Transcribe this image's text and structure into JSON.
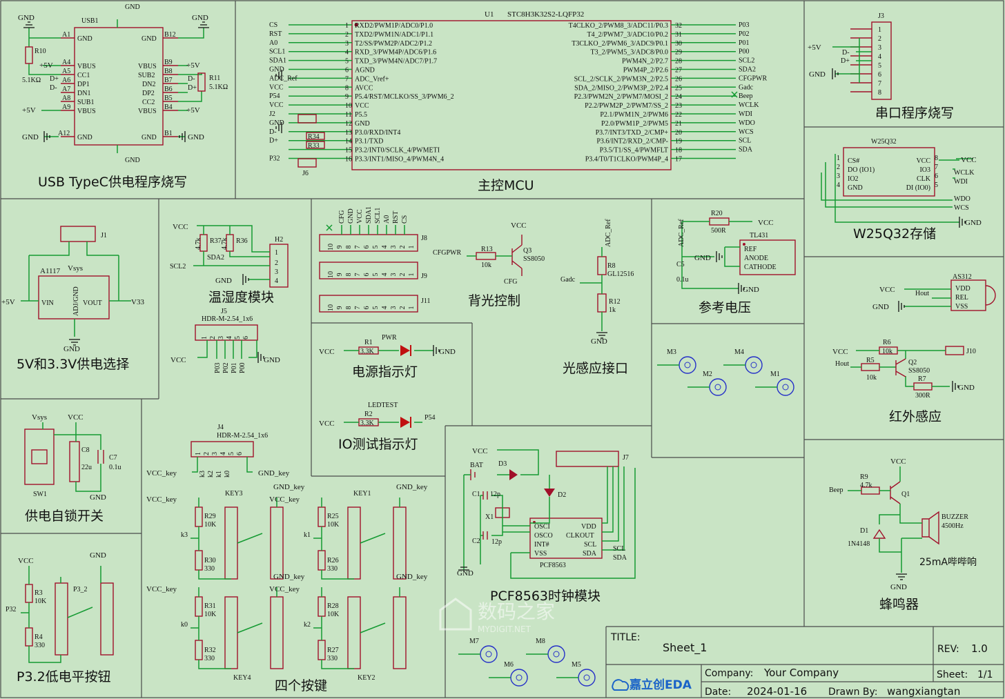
{
  "modules": {
    "usb": "USB TypeC供电程序烧写",
    "mcu": "主控MCU",
    "serial": "串口程序烧写",
    "w25": "W25Q32存储",
    "power_sel": "5V和3.3V供电选择",
    "temp": "温湿度模块",
    "backlight": "背光控制",
    "light": "光感应接口",
    "vref": "参考电压",
    "pwr_led": "电源指示灯",
    "io_led": "IO测试指示灯",
    "ir": "红外感应",
    "self_lock": "供电自锁开关",
    "p32_btn": "P3.2低电平按钮",
    "four_keys": "四个按键",
    "rtc": "PCF8563时钟模块",
    "buzzer": "蜂鸣器"
  },
  "mcu": {
    "ref": "U1",
    "part": "STC8H3K32S2-LQFP32",
    "left_pins": [
      "RXD2/PWM1P/ADC0/P1.0",
      "TXD2/PWM1N/ADC1/P1.1",
      "T2/SS/PWM2P/ADC2/P1.2",
      "RXD_3/PWM4P/ADC6/P1.6",
      "TXD_3/PWM4N/ADC7/P1.7",
      "AGND",
      "ADC_Vref+",
      "AVCC",
      "P5.4/RST/MCLKO/SS_3/PWM6_2",
      "VCC",
      "P5.5",
      "GND",
      "P3.0/RXD/INT4",
      "P3.1/TXD",
      "P3.2/INT0/SCLK_4/PWMETI",
      "P3.3/INT1/MISO_4/PWM4N_4"
    ],
    "right_pins": [
      "T4CLKO_2/PWM8_3/ADC11/P0.3",
      "T4_2/PWM7_3/ADC10/P0.2",
      "T3CLKO_2/PWM6_3/ADC9/P0.1",
      "T3_2/PWM5_3/ADC8/P0.0",
      "PWM4N_2/P2.7",
      "PWM4P_2/P2.6",
      "SCL_2/SCLK_2/PWM3N_2/P2.5",
      "SDA_2/MISO_2/PWM3P_2/P2.4",
      "P2.3/PWM2N_2/PWM7/MOSI_2",
      "P2.2/PWM2P_2/PWM7/SS_2",
      "P2.1/PWM1N_2/PWM6",
      "P2.0/PWM1P_2/PWM5",
      "P3.7/INT3/TXD_2/CMP+",
      "P3.6/INT2/RXD_2/CMP-",
      "P3.5/T1/SS_4/PWMFLT",
      "P3.4/T0/T1CLKO/PWM4P_4"
    ],
    "left_nums": [
      "1",
      "2",
      "3",
      "4",
      "5",
      "6",
      "7",
      "8",
      "9",
      "10",
      "11",
      "12",
      "13",
      "14",
      "15",
      "16"
    ],
    "right_nums": [
      "32",
      "31",
      "30",
      "29",
      "28",
      "27",
      "26",
      "25",
      "24",
      "23",
      "22",
      "21",
      "20",
      "19",
      "18",
      "17"
    ],
    "left_nets": [
      "CS",
      "RST",
      "A0",
      "SCL1",
      "SDA1",
      "GND",
      "ADC_Ref",
      "VCC",
      "P54",
      "VCC",
      "J2",
      "GND",
      "D-",
      "D+",
      "",
      "P32"
    ],
    "right_nets": [
      "P03",
      "P02",
      "P01",
      "P00",
      "SCL2",
      "SDA2",
      "CFGPWR",
      "Gadc",
      "Beep",
      "WCLK",
      "WDI",
      "WDO",
      "WCS",
      "SCL",
      "SDA",
      ""
    ]
  },
  "usb": {
    "ref": "USB1",
    "left_pins": [
      "GND",
      "VBUS",
      "CC1",
      "DP1",
      "DN1",
      "SUB1",
      "VBUS",
      "GND"
    ],
    "left_nums": [
      "A1",
      "A4",
      "A5",
      "A6",
      "A7",
      "A8",
      "A9",
      "A12"
    ],
    "right_pins": [
      "GND",
      "VBUS",
      "SUB2",
      "DN2",
      "DP2",
      "CC2",
      "VBUS",
      "GND"
    ],
    "right_nums": [
      "B12",
      "B9",
      "B8",
      "B7",
      "B6",
      "B5",
      "B4",
      "B1"
    ],
    "r10": "R10",
    "r10v": "5.1KΩ",
    "r11": "R11",
    "r11v": "5.1KΩ",
    "gnd": "GND",
    "p5v": "+5V",
    "dp": "D+",
    "dm": "D-"
  },
  "serial": {
    "ref": "J3",
    "pins": [
      "1",
      "2",
      "3",
      "4",
      "5",
      "6",
      "7",
      "8"
    ],
    "p5v": "+5V",
    "dm": "D-",
    "dp": "D+",
    "gnd": "GND"
  },
  "w25": {
    "ref": "W25Q32",
    "left": [
      "CS#",
      "DO (IO1)",
      "IO2",
      "GND"
    ],
    "right": [
      "VCC",
      "IO3",
      "CLK",
      "DI (IO0)"
    ],
    "nums_r": [
      "8",
      "7",
      "6",
      "5"
    ],
    "nums_l": [
      "1",
      "2",
      "3",
      "4"
    ],
    "nets": [
      "VCC",
      "WCLK",
      "WDI",
      "WDO",
      "WCS",
      "GND"
    ]
  },
  "ldo": {
    "ref": "J1",
    "part": "A1117",
    "vsys": "Vsys",
    "vin": "VIN",
    "vout": "VOUT",
    "adj": "ADJ/GND",
    "p5v": "+5V",
    "v33": "V33",
    "gnd": "GND"
  },
  "temp": {
    "ref": "H2",
    "r37": "R37",
    "r36": "R36",
    "rv": "4.7k",
    "vcc": "VCC",
    "scl": "SCL2",
    "sda": "SDA2",
    "gnd": "GND",
    "pins": [
      "1",
      "2",
      "3",
      "4"
    ]
  },
  "j5": {
    "ref": "J5",
    "part": "HDR-M-2.54_1x6",
    "pins": [
      "1",
      "2",
      "3",
      "4",
      "5",
      "6"
    ],
    "nets": [
      "P03",
      "P02",
      "P01",
      "P00"
    ],
    "vcc": "VCC",
    "gnd": "GND"
  },
  "j8": {
    "ref": "J8",
    "nums": [
      "10",
      "9",
      "8",
      "7",
      "6",
      "5",
      "4",
      "3",
      "2",
      "1"
    ],
    "nets": [
      "CFG",
      "GND",
      "VCC",
      "SDA1",
      "SCL1",
      "A0",
      "RST",
      "CS"
    ]
  },
  "j9": {
    "ref": "J9"
  },
  "j11": {
    "ref": "J11"
  },
  "backlight": {
    "r": "R13",
    "rv": "10k",
    "q": "Q3",
    "qv": "SS8050",
    "vcc": "VCC",
    "in": "CFGPWR",
    "out": "CFG"
  },
  "light": {
    "ref": "ADC_Ref",
    "r8": "R8",
    "r8v": "GL12516",
    "r12": "R12",
    "r12v": "1k",
    "gadc": "Gadc",
    "gnd": "GND"
  },
  "vref": {
    "net": "ADC_Ref",
    "r20": "R20",
    "r20v": "500R",
    "vcc": "VCC",
    "ic": "TL431",
    "pins": [
      "REF",
      "ANODE",
      "CATHODE"
    ],
    "c5": "C5",
    "c5v": "0.1u",
    "gnd": "GND"
  },
  "holes_top": [
    "M3",
    "M4",
    "M2",
    "M1"
  ],
  "pwr_led": {
    "vcc": "VCC",
    "r": "R1",
    "rv": "3.3K",
    "led": "PWR",
    "gnd": "GND"
  },
  "io_led": {
    "vcc": "VCC",
    "r": "R2",
    "rv": "3.3K",
    "led": "LEDTEST",
    "net": "P54"
  },
  "ir": {
    "ref": "AS312",
    "pins": [
      "VDD",
      "REL",
      "VSS"
    ],
    "vcc": "VCC",
    "hout": "Hout",
    "gnd": "GND",
    "r6": "R6",
    "r6v": "10k",
    "r5": "R5",
    "r5v": "10k",
    "r7": "R7",
    "r7v": "300R",
    "q": "Q2",
    "qv": "SS8050",
    "j10": "J10"
  },
  "self_lock": {
    "vsys": "Vsys",
    "vcc": "VCC",
    "sw": "SW1",
    "c8": "C8",
    "c8v": "22u",
    "c7": "C7",
    "c7v": "0.1u",
    "gnd": "GND"
  },
  "p32": {
    "vcc": "VCC",
    "gnd": "GND",
    "r3": "R3",
    "r3v": "10K",
    "r4": "R4",
    "r4v": "330",
    "net": "P32",
    "sw": "P3_2"
  },
  "j4": {
    "ref": "J4",
    "part": "HDR-M-2.54_1x6",
    "nets": [
      "k3",
      "k2",
      "k1",
      "k0"
    ],
    "vcc": "VCC_key",
    "gnd": "GND_key"
  },
  "keys": {
    "vcc": "VCC_key",
    "gnd": "GND_key",
    "key3": "KEY3",
    "key1": "KEY1",
    "key4": "KEY4",
    "key2": "KEY2",
    "r29": "R29",
    "r30": "R30",
    "r25": "R25",
    "r26": "R26",
    "r31": "R31",
    "r32": "R32",
    "r28": "R28",
    "r27": "R27",
    "v10k": "10K",
    "v330": "330",
    "k3": "k3",
    "k1": "k1",
    "k0": "k0",
    "k2": "k2"
  },
  "rtc": {
    "ref": "PCF8563",
    "bat": "BAT",
    "d3": "D3",
    "d2": "D2",
    "c1": "C1",
    "c1v": "12p",
    "c2": "C2",
    "c2v": "12p",
    "x1": "X1",
    "vcc": "VCC",
    "gnd": "GND",
    "j7": "J7",
    "left": [
      "OSCI",
      "OSCO",
      "INT#",
      "VSS"
    ],
    "right": [
      "VDD",
      "CLKOUT",
      "SCL",
      "SDA"
    ],
    "scl": "SCL",
    "sda": "SDA"
  },
  "buzzer": {
    "vcc": "VCC",
    "r9": "R9",
    "r9v": "4.7k",
    "beep": "Beep",
    "q1": "Q1",
    "d1": "D1",
    "d1v": "1N4148",
    "bz": "BUZZER",
    "bzv": "4500Hz",
    "note": "25mA哔哔响",
    "gnd": "GND"
  },
  "holes_bottom": [
    "M7",
    "M8",
    "M6",
    "M5"
  ],
  "title_block": {
    "title_label": "TITLE:",
    "title": "Sheet_1",
    "rev_label": "REV:",
    "rev": "1.0",
    "company_label": "Company:",
    "company": "Your Company",
    "sheet_label": "Sheet:",
    "sheet": "1/1",
    "date_label": "Date:",
    "date": "2024-01-16",
    "drawn_label": "Drawn By:",
    "drawn": "wangxiangtan",
    "logo": "嘉立创EDA"
  },
  "watermark": {
    "cn": "数码之家",
    "en": "MYDIGIT.NET"
  },
  "colors": {
    "background": "#c9e4c5",
    "component": "#a0102a",
    "wire": "#149a32",
    "hole": "#2530c8"
  }
}
